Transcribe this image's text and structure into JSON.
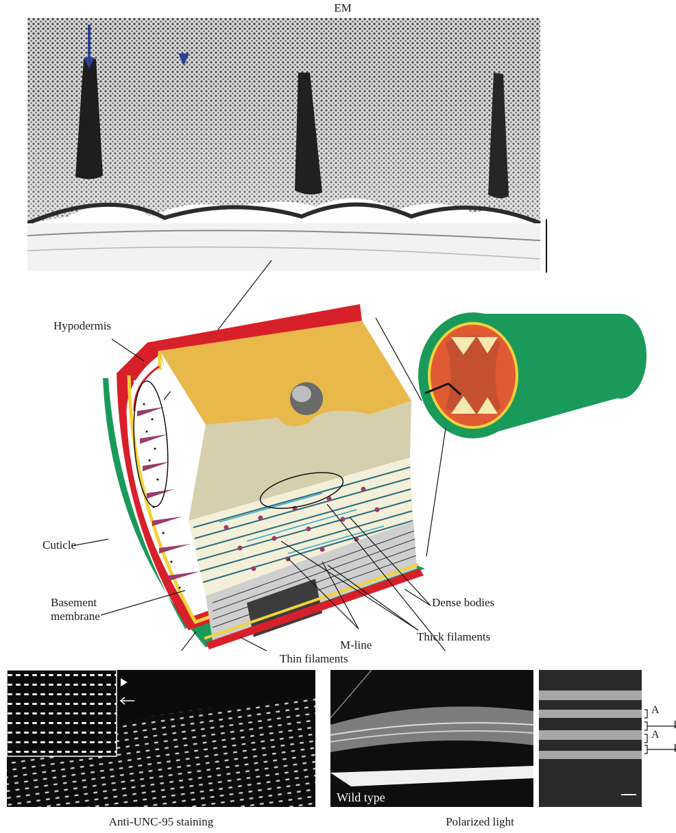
{
  "em_panel": {
    "title": "EM"
  },
  "diagram": {
    "labels": {
      "hypodermis": "Hypodermis",
      "cuticle": "Cuticle",
      "basement_membrane_line1": "Basement",
      "basement_membrane_line2": "membrane",
      "dense_bodies": "Dense bodies",
      "thick_filaments": "Thick filaments",
      "m_line": "M-line",
      "thin_filaments": "Thin filaments"
    }
  },
  "staining_panel": {
    "caption": "Anti-UNC-95 staining"
  },
  "polarized_panel": {
    "caption": "Polarized light",
    "inset_label": "Wild type",
    "band_labels": [
      "A",
      "I",
      "A",
      "I"
    ]
  },
  "colors": {
    "cuticle": "#1a9a5a",
    "hypodermis": "#d8202a",
    "basement_membrane": "#f2d23a",
    "muscle_top": "#e8b84a",
    "dense_body": "#9a3c6a",
    "filament_blue": "#2aa8c8",
    "arrow_blue": "#2c3f9a"
  }
}
